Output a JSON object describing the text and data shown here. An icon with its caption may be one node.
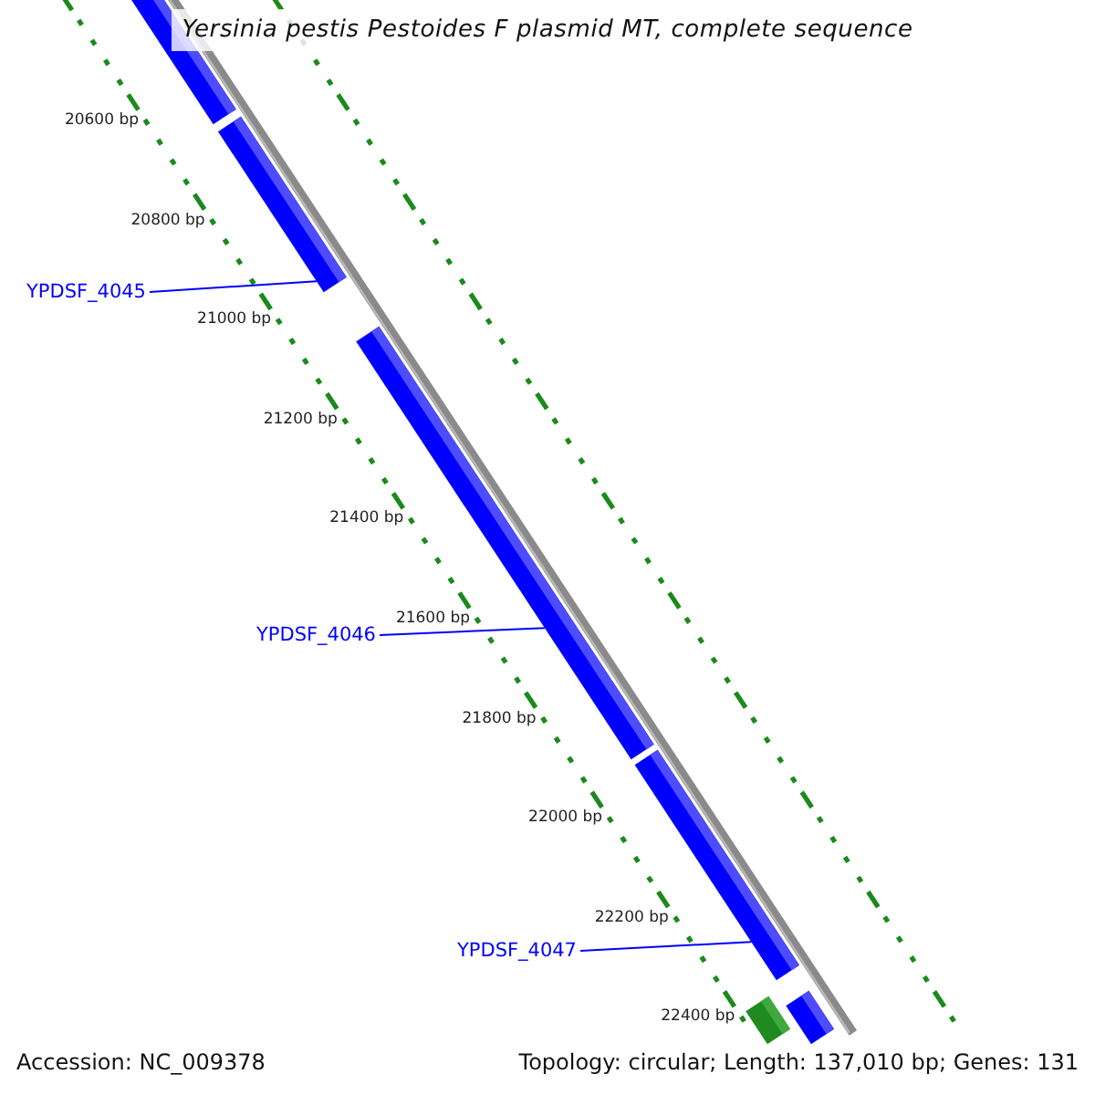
{
  "diagram": {
    "title": "Yersinia pestis Pestoides F plasmid MT, complete sequence",
    "nodes": [
      {
        "text": [],
        "shape": "bar"
      },
      {
        "text": [],
        "shape": "bar"
      },
      {
        "text": [
          "YPDSF_4045"
        ]
      },
      {
        "text": [],
        "shape": "bar"
      },
      {
        "text": [
          "YPDSF_4046"
        ]
      },
      {
        "text": [],
        "shape": "bar"
      },
      {
        "text": [
          "YPDSF_4047"
        ]
      },
      {
        "text": [],
        "shape": "bar"
      },
      {
        "text": [],
        "shape": "bar"
      }
    ],
    "edges": [
      {
        "from": 2,
        "to": 1,
        "arrow": "none"
      },
      {
        "from": 4,
        "to": 3,
        "arrow": "none"
      },
      {
        "from": 6,
        "to": 5,
        "arrow": "none"
      }
    ],
    "labels": [
      "20600 bp",
      "20800 bp",
      "21000 bp",
      "21200 bp",
      "21400 bp",
      "21600 bp",
      "21800 bp",
      "22000 bp",
      "22200 bp",
      "22400 bp",
      "Accession: NC_009378",
      "Topology: circular; Length: 137,010 bp; Genes: 131"
    ]
  }
}
